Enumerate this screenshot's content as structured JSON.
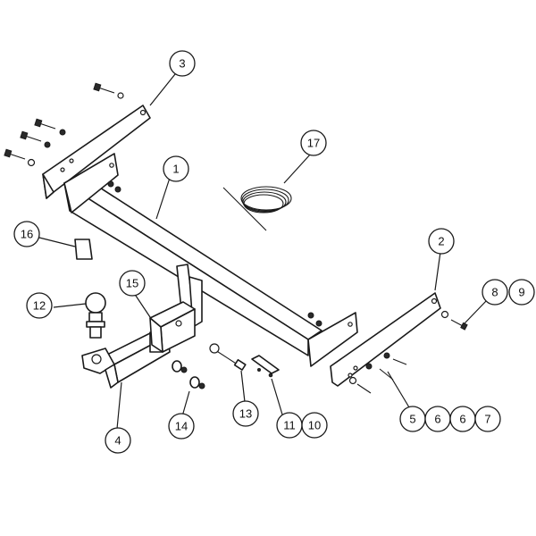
{
  "callouts": {
    "c1": "1",
    "c2": "2",
    "c3": "3",
    "c4": "4",
    "c5": "5",
    "c6a": "6",
    "c6b": "6",
    "c7": "7",
    "c8": "8",
    "c9": "9",
    "c10": "10",
    "c11": "11",
    "c12": "12",
    "c13": "13",
    "c14": "14",
    "c15": "15",
    "c16": "16",
    "c17": "17"
  },
  "colors": {
    "line": "#1a1a1a",
    "background": "#ffffff"
  }
}
